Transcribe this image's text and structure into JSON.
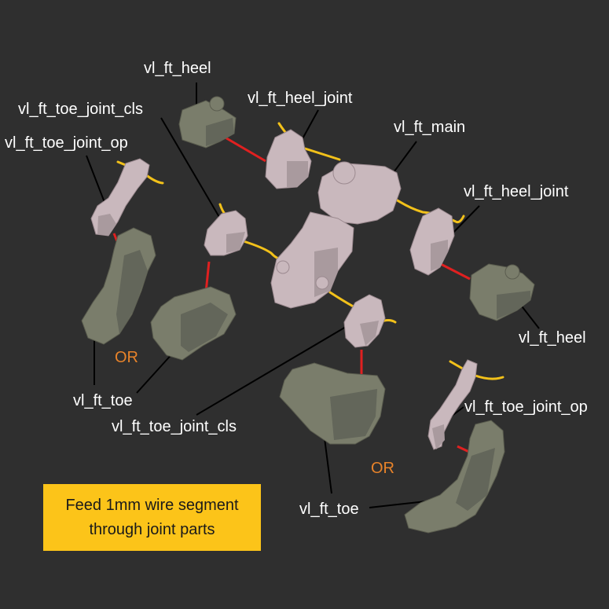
{
  "labels": {
    "heel_top": "vl_ft_heel",
    "heel_joint_top": "vl_ft_heel_joint",
    "toe_joint_cls_top": "vl_ft_toe_joint_cls",
    "toe_joint_op_top": "vl_ft_toe_joint_op",
    "main": "vl_ft_main",
    "heel_joint_right": "vl_ft_heel_joint",
    "heel_right": "vl_ft_heel",
    "toe_left": "vl_ft_toe",
    "toe_joint_cls_bottom": "vl_ft_toe_joint_cls",
    "toe_joint_op_right": "vl_ft_toe_joint_op",
    "toe_bottom": "vl_ft_toe"
  },
  "or_label": "OR",
  "note": "Feed 1mm wire segment through joint parts",
  "colors": {
    "background": "#2f2f2f",
    "joint_part": "#c9b8bd",
    "toe_part": "#7a7d6b",
    "wire": "#f2c11a",
    "connector": "#e02020",
    "or_text": "#e8832a",
    "note_bg": "#fcc419"
  }
}
